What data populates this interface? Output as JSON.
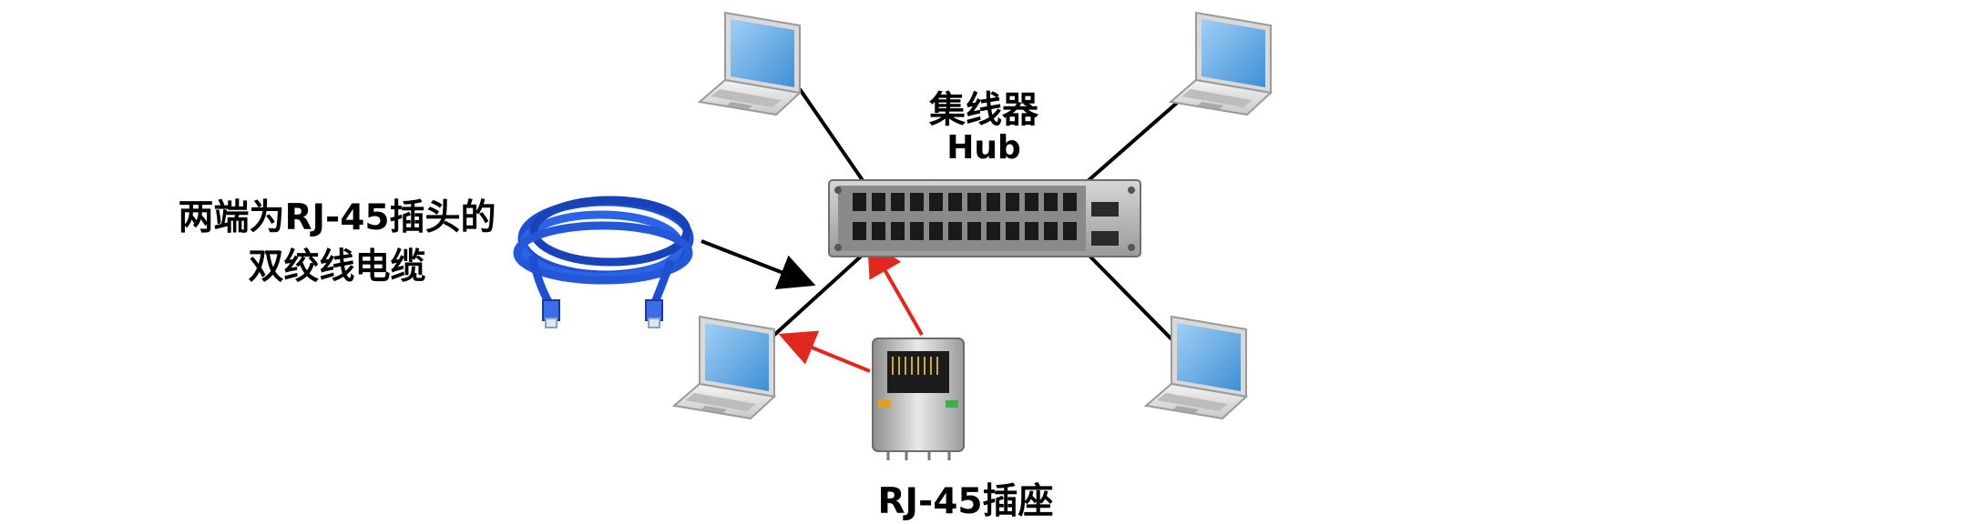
{
  "labels": {
    "hub_cn": "集线器",
    "hub_en": "Hub",
    "cable_line1": "两端为RJ-45插头的",
    "cable_line2": "双绞线电缆",
    "socket": "RJ-45插座"
  },
  "colors": {
    "background": "#ffffff",
    "connection_line": "#000000",
    "red_arrow": "#e0281e",
    "cable": "#1f4fd1",
    "laptop_screen": "#5aa8e6",
    "hub_body": "#b9b9b9"
  },
  "icons": [
    "laptop-icon",
    "hub-icon",
    "twisted-pair-cable-icon",
    "rj45-socket-icon"
  ]
}
